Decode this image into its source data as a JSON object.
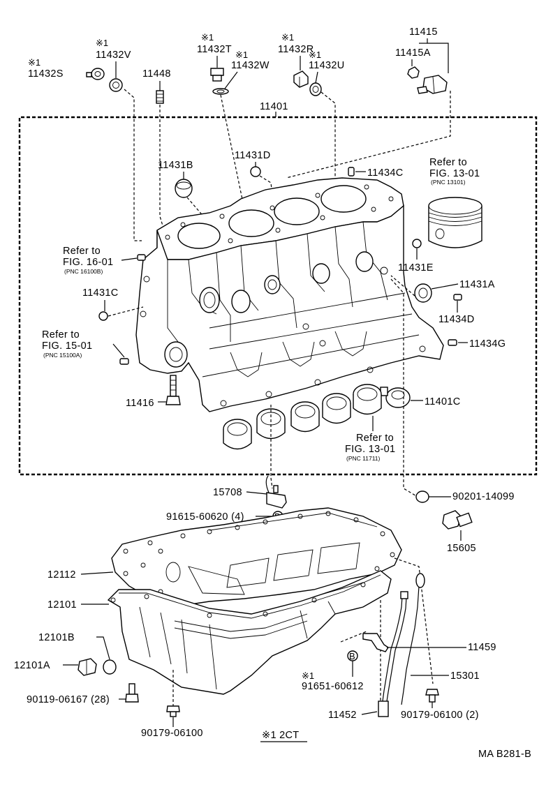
{
  "diagram": {
    "note_marker": "※1",
    "footer_note": "※1 2CT",
    "figure_code": "MA B281-B",
    "callouts": {
      "p11432V": "11432V",
      "p11432S": "11432S",
      "p11448": "11448",
      "p11432T": "11432T",
      "p11432W": "11432W",
      "p11432R": "11432R",
      "p11432U": "11432U",
      "p11415": "11415",
      "p11415A": "11415A",
      "p11401": "11401",
      "p11431D": "11431D",
      "p11431B": "11431B",
      "p11434C": "11434C",
      "p11431E": "11431E",
      "p11431A": "11431A",
      "p11431C": "11431C",
      "p11434D": "11434D",
      "p11434G": "11434G",
      "p11416": "11416",
      "p11401C": "11401C",
      "p15708": "15708",
      "p90201": "90201-14099",
      "p91615": "91615-60620 (4)",
      "p15605": "15605",
      "p12112": "12112",
      "p12101": "12101",
      "p12101B": "12101B",
      "p12101A": "12101A",
      "p11459": "11459",
      "p91651": "91651-60612",
      "p15301": "15301",
      "p90119": "90119-06167 (28)",
      "p11452": "11452",
      "p90179a": "90179-06100 (2)",
      "p90179b": "90179-06100"
    },
    "refs": {
      "piston": {
        "l1": "Refer to",
        "l2": "FIG. 13-01",
        "l3": "(PNC 13101)"
      },
      "fig16": {
        "l1": "Refer to",
        "l2": "FIG. 16-01",
        "l3": "(PNC 16100B)"
      },
      "fig15": {
        "l1": "Refer to",
        "l2": "FIG. 15-01",
        "l3": "(PNC 15100A)"
      },
      "bearing": {
        "l1": "Refer to",
        "l2": "FIG. 13-01",
        "l3": "(PNC 11711)"
      }
    },
    "b_marker": "B"
  }
}
